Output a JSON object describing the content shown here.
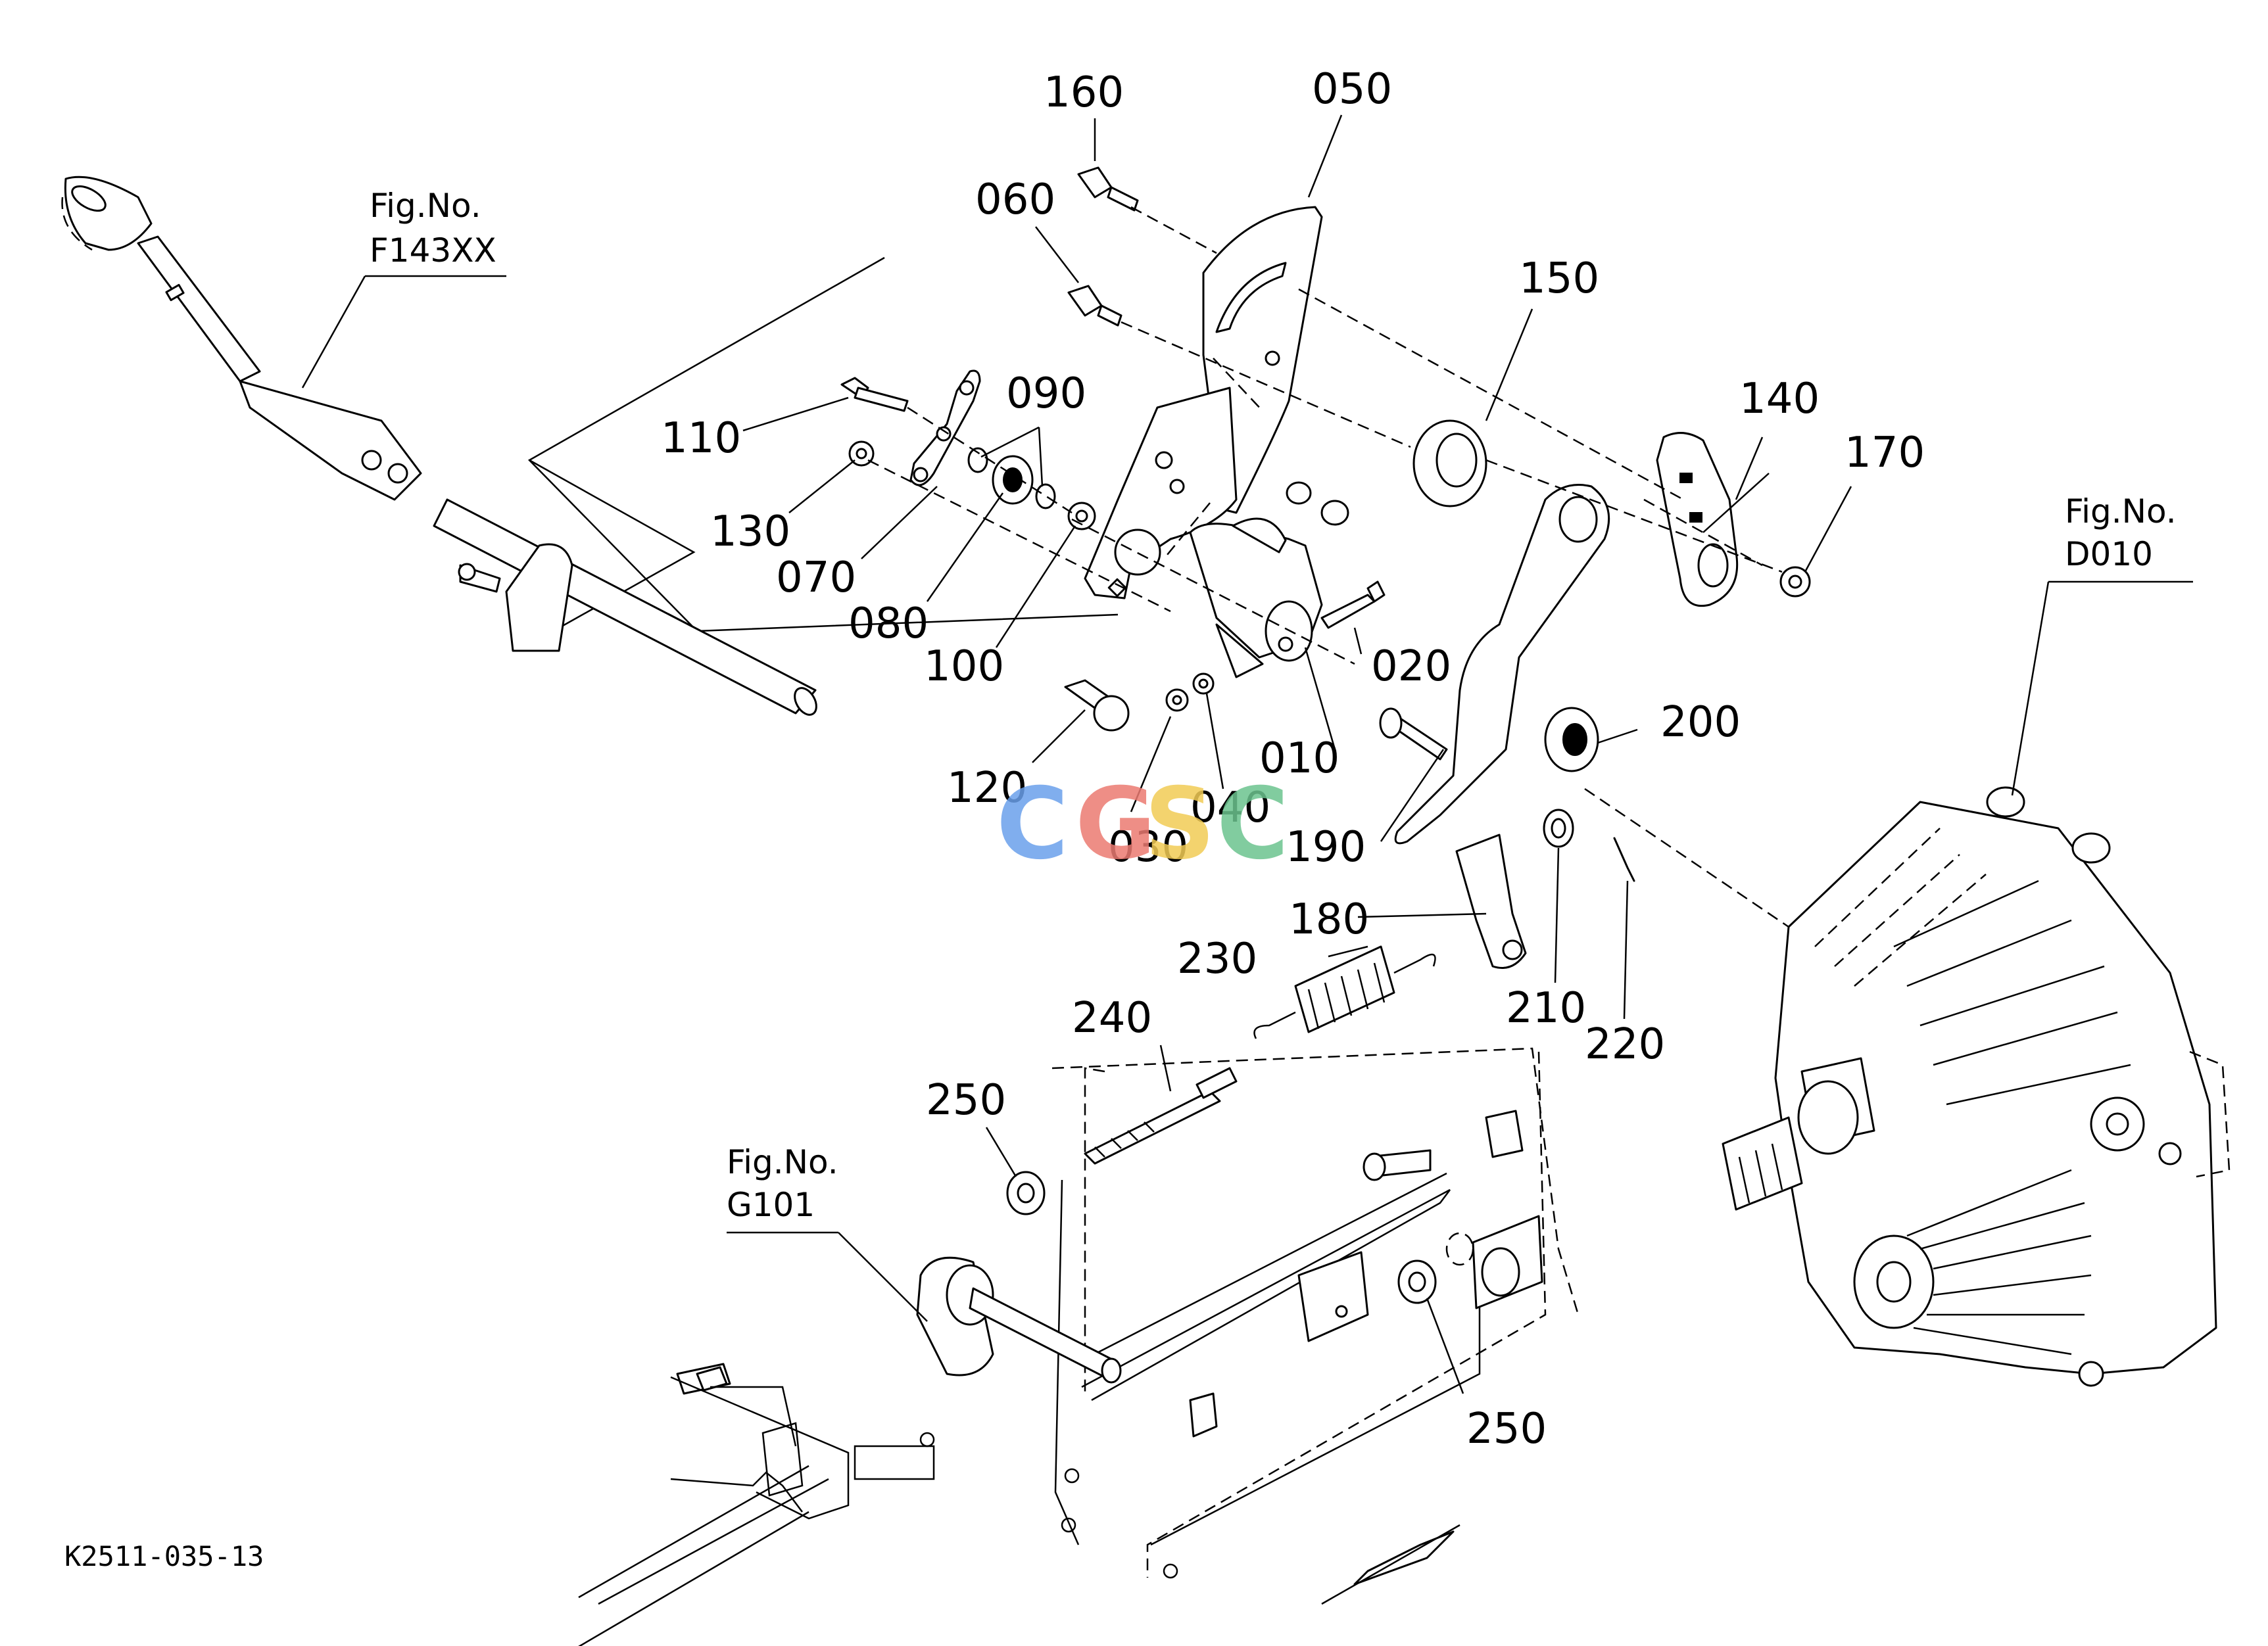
{
  "parts": [
    {
      "no": "010"
    },
    {
      "no": "020"
    },
    {
      "no": "030"
    },
    {
      "no": "040"
    },
    {
      "no": "050"
    },
    {
      "no": "060"
    },
    {
      "no": "070"
    },
    {
      "no": "080"
    },
    {
      "no": "090"
    },
    {
      "no": "100"
    },
    {
      "no": "110"
    },
    {
      "no": "120"
    },
    {
      "no": "130"
    },
    {
      "no": "140"
    },
    {
      "no": "150"
    },
    {
      "no": "160"
    },
    {
      "no": "170"
    },
    {
      "no": "180"
    },
    {
      "no": "190"
    },
    {
      "no": "200"
    },
    {
      "no": "210"
    },
    {
      "no": "220"
    },
    {
      "no": "230"
    },
    {
      "no": "240"
    },
    {
      "no": "250"
    },
    {
      "no": "250"
    }
  ],
  "figure_refs": [
    {
      "label": "Fig.No.",
      "code": "F143XX"
    },
    {
      "label": "Fig.No.",
      "code": "D010"
    },
    {
      "label": "Fig.No.",
      "code": "G101"
    }
  ],
  "drawing_code": "K2511-035-13",
  "watermark": {
    "letters": [
      "C",
      "G",
      "S",
      "C"
    ],
    "colors": [
      "#6aa0ec",
      "#ec7b72",
      "#f2cc55",
      "#6cc48f"
    ]
  }
}
